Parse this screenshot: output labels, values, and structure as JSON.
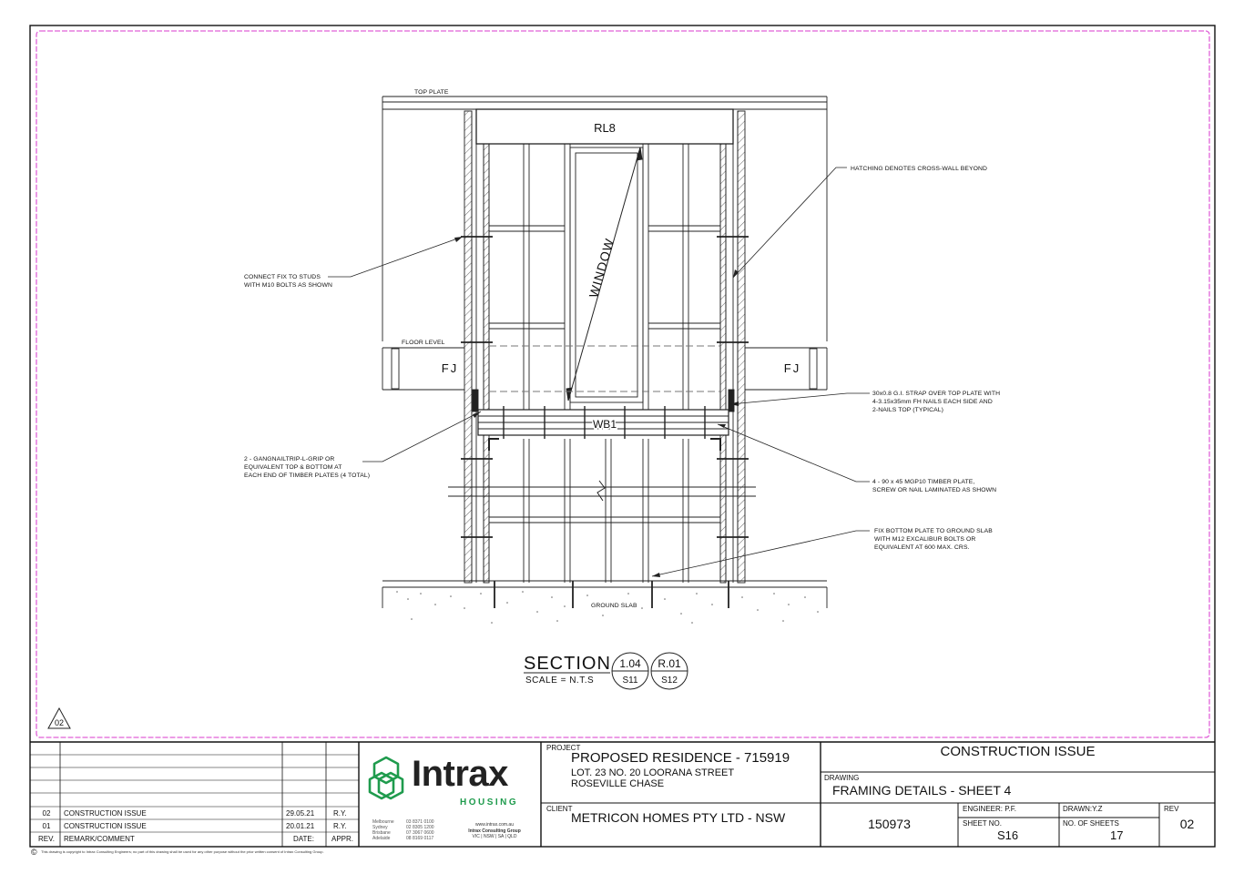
{
  "drawing": {
    "labels": {
      "top_plate": "TOP PLATE",
      "rl8": "RL8",
      "window": "WINDOW",
      "floor_level": "FLOOR LEVEL",
      "fj_left": "FJ",
      "fj_right": "FJ",
      "wb1": "WB1",
      "ground_slab": "GROUND SLAB"
    },
    "notes": {
      "hatching": [
        "HATCHING DENOTES CROSS-WALL BEYOND"
      ],
      "connect_fix": [
        "CONNECT FIX TO STUDS",
        "WITH M10 BOLTS AS SHOWN"
      ],
      "strap": [
        "30x0.8 G.I. STRAP OVER TOP PLATE WITH",
        "4-3.15x35mm FH NAILS EACH SIDE AND",
        "2-NAILS TOP (TYPICAL)"
      ],
      "gangnail": [
        "2 - GANGNAILTRIP-L-GRIP OR",
        "EQUIVALENT TOP & BOTTOM AT",
        "EACH END OF TIMBER PLATES (4 TOTAL)"
      ],
      "timber_plate": [
        "4 - 90 x 45 MGP10 TIMBER PLATE,",
        "SCREW OR NAIL LAMINATED AS SHOWN"
      ],
      "fix_bottom": [
        "FIX BOTTOM PLATE TO GROUND SLAB",
        "WITH M12 EXCALIBUR BOLTS OR",
        "EQUIVALENT AT 600 MAX. CRS."
      ]
    },
    "section": {
      "title": "SECTION",
      "scale": "SCALE = N.T.S",
      "ref1_top": "1.04",
      "ref1_bottom": "S11",
      "ref2_top": "R.01",
      "ref2_bottom": "S12"
    },
    "revision_marker": "02"
  },
  "revisions": {
    "rows": [
      {
        "rev": "02",
        "remark": "CONSTRUCTION ISSUE",
        "date": "29.05.21",
        "appr": "R.Y."
      },
      {
        "rev": "01",
        "remark": "CONSTRUCTION ISSUE",
        "date": "20.01.21",
        "appr": "R.Y."
      }
    ],
    "header": {
      "rev": "REV.",
      "remark": "REMARK/COMMENT",
      "date": "DATE:",
      "appr": "APPR."
    }
  },
  "logo": {
    "name": "Intrax",
    "sub": "HOUSING",
    "brand_color": "#1f9b4d",
    "offices": [
      "Melbourne",
      "Sydney",
      "Brisbane",
      "Adelaide"
    ],
    "phones": [
      "03 8371 0100",
      "02 8305 1200",
      "07 3067 0600",
      "08 8169 0117"
    ],
    "web": "www.intrax.com.au",
    "group": "Intrax Consulting Group",
    "states": "VIC | NSW | SA | QLD"
  },
  "project": {
    "label": "PROJECT",
    "title": "PROPOSED RESIDENCE - 715919",
    "address1": "LOT. 23 NO. 20 LOORANA STREET",
    "address2": "ROSEVILLE CHASE",
    "client_label": "CLIENT",
    "client": "METRICON HOMES PTY LTD - NSW"
  },
  "status": "CONSTRUCTION ISSUE",
  "drawing_info": {
    "label": "DRAWING",
    "title": "FRAMING DETAILS - SHEET 4",
    "job_no": "150973",
    "engineer": "ENGINEER: P.F.",
    "drawn": "DRAWN:Y.Z",
    "rev_label": "REV",
    "rev": "02",
    "sheet_no_label": "SHEET NO.",
    "sheet_no": "S16",
    "no_sheets_label": "NO. OF SHEETS",
    "no_sheets": "17"
  },
  "copyright": "This drawing is copyright to Intrax Consulting Engineers; no part of this drawing shall be used for any other purpose without the prior written consent of Intrax Consulting Group."
}
